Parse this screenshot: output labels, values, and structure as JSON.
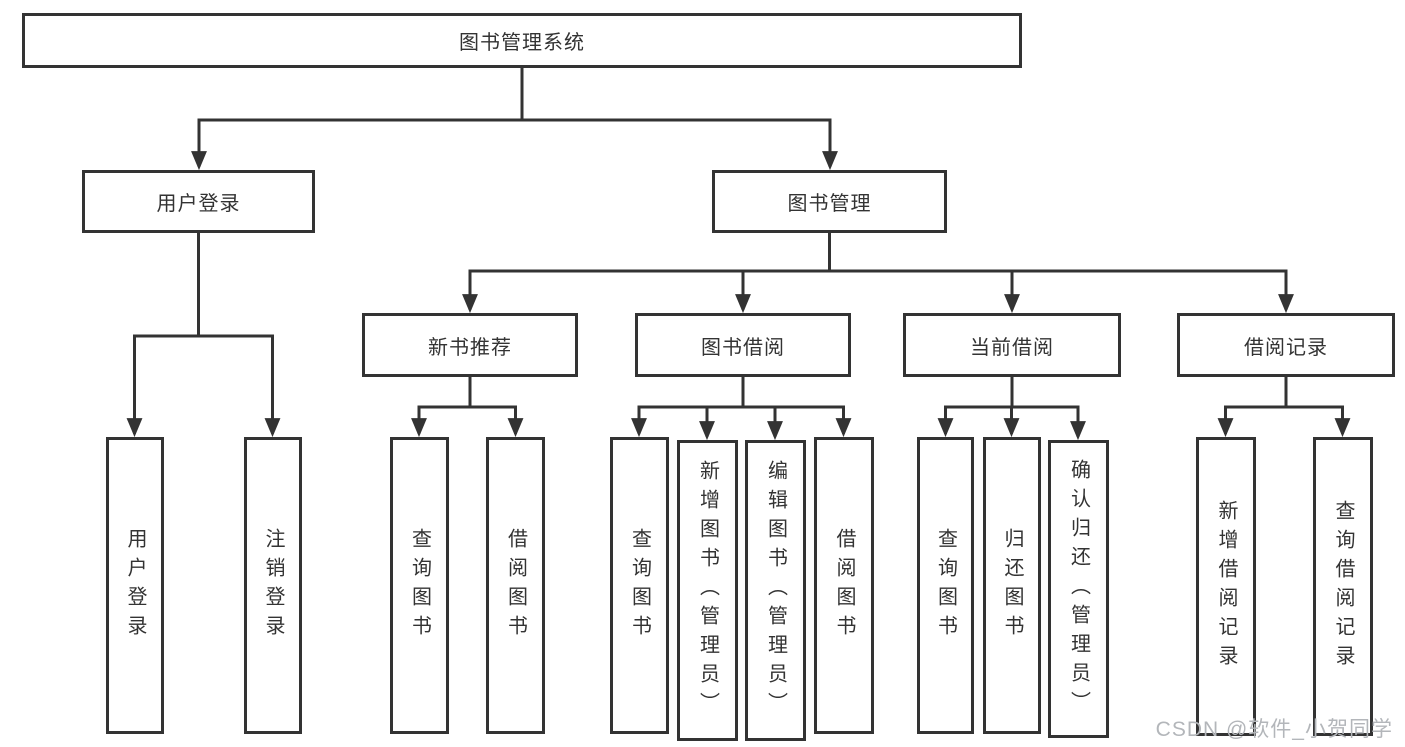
{
  "tree": {
    "root": "图书管理系统",
    "user_branch": {
      "label": "用户登录",
      "children": [
        "用户登录",
        "注销登录"
      ]
    },
    "book_branch": {
      "label": "图书管理",
      "groups": [
        {
          "label": "新书推荐",
          "children": [
            "查询图书",
            "借阅图书"
          ]
        },
        {
          "label": "图书借阅",
          "children": [
            "查询图书",
            "新增图书（管理员）",
            "编辑图书（管理员）",
            "借阅图书"
          ]
        },
        {
          "label": "当前借阅",
          "children": [
            "查询图书",
            "归还图书",
            "确认归还（管理员）"
          ]
        },
        {
          "label": "借阅记录",
          "children": [
            "新增借阅记录",
            "查询借阅记录"
          ]
        }
      ]
    }
  },
  "watermark": "CSDN @软件_小贺同学",
  "colors": {
    "line": "#333333",
    "text": "#333333",
    "background": "#ffffff",
    "watermark": "#b3b6ba"
  }
}
